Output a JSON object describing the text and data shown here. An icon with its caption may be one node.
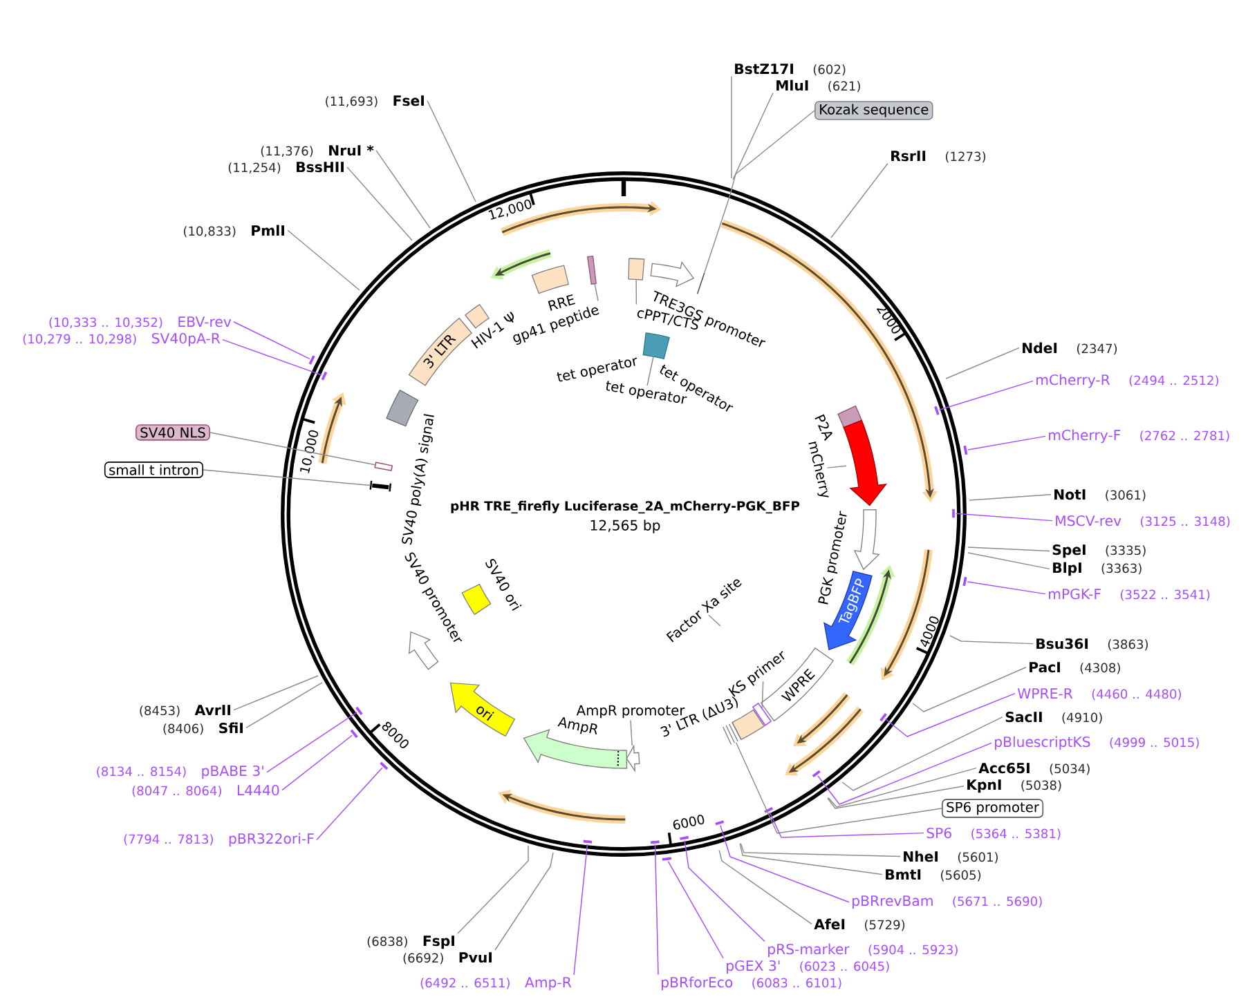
{
  "diagram": {
    "title": "pHR TRE_firefly Luciferase_2A_mCherry-PGK_BFP",
    "nodes": [
      {
        "text": [
          "BstZ17I",
          "(602)"
        ]
      },
      {
        "text": [
          "MluI",
          "(621)"
        ]
      },
      {
        "text": [
          "Kozak sequence"
        ]
      },
      {
        "text": [
          "RsrII",
          "(1273)"
        ]
      },
      {
        "text": [
          "NdeI",
          "(2347)"
        ]
      },
      {
        "text": [
          "mCherry-R",
          "(2494 .. 2512)"
        ]
      },
      {
        "text": [
          "mCherry-F",
          "(2762 .. 2781)"
        ]
      },
      {
        "text": [
          "NotI",
          "(3061)"
        ]
      },
      {
        "text": [
          "MSCV-rev",
          "(3125 .. 3148)"
        ]
      },
      {
        "text": [
          "SpeI",
          "(3335)"
        ]
      },
      {
        "text": [
          "BlpI",
          "(3363)"
        ]
      },
      {
        "text": [
          "mPGK-F",
          "(3522 .. 3541)"
        ]
      },
      {
        "text": [
          "Bsu36I",
          "(3863)"
        ]
      },
      {
        "text": [
          "PacI",
          "(4308)"
        ]
      },
      {
        "text": [
          "WPRE-R",
          "(4460 .. 4480)"
        ]
      },
      {
        "text": [
          "SacII",
          "(4910)"
        ]
      },
      {
        "text": [
          "pBluescriptKS",
          "(4999 .. 5015)"
        ]
      },
      {
        "text": [
          "Acc65I",
          "(5034)"
        ]
      },
      {
        "text": [
          "KpnI",
          "(5038)"
        ]
      },
      {
        "text": [
          "SP6 promoter"
        ]
      },
      {
        "text": [
          "SP6",
          "(5364 .. 5381)"
        ]
      },
      {
        "text": [
          "NheI",
          "(5601)"
        ]
      },
      {
        "text": [
          "BmtI",
          "(5605)"
        ]
      },
      {
        "text": [
          "pBRrevBam",
          "(5671 .. 5690)"
        ]
      },
      {
        "text": [
          "AfeI",
          "(5729)"
        ]
      },
      {
        "text": [
          "pRS-marker",
          "(5904 .. 5923)"
        ]
      },
      {
        "text": [
          "pGEX 3'",
          "(6023 .. 6045)"
        ]
      },
      {
        "text": [
          "pBRforEco",
          "(6083 .. 6101)"
        ]
      },
      {
        "text": [
          "(6492 .. 6511)",
          "Amp-R"
        ]
      },
      {
        "text": [
          "(6692)",
          "PvuI"
        ]
      },
      {
        "text": [
          "(6838)",
          "FspI"
        ]
      },
      {
        "text": [
          "(7794 .. 7813)",
          "pBR322ori-F"
        ]
      },
      {
        "text": [
          "(8047 .. 8064)",
          "L4440"
        ]
      },
      {
        "text": [
          "(8134 .. 8154)",
          "pBABE 3'"
        ]
      },
      {
        "text": [
          "(8406)",
          "SfiI"
        ]
      },
      {
        "text": [
          "(8453)",
          "AvrII"
        ]
      },
      {
        "text": [
          "small t intron"
        ]
      },
      {
        "text": [
          "SV40 NLS"
        ]
      },
      {
        "text": [
          "(10,279 .. 10,298)",
          "SV40pA-R"
        ]
      },
      {
        "text": [
          "(10,333 .. 10,352)",
          "EBV-rev"
        ]
      },
      {
        "text": [
          "(10,833)",
          "PmlI"
        ]
      },
      {
        "text": [
          "(11,254)",
          "BssHII"
        ]
      },
      {
        "text": [
          "(11,376)",
          "NruI *"
        ]
      },
      {
        "text": [
          "(11,693)",
          "FseI"
        ]
      },
      {
        "text": [
          "TRE3GS promoter"
        ]
      },
      {
        "text": [],
        "shape": "bar"
      },
      {
        "text": [
          "cPPT/CTS"
        ]
      },
      {
        "text": [],
        "shape": "box"
      },
      {
        "text": [
          "tet operator"
        ]
      },
      {
        "text": [],
        "shape": "box"
      },
      {
        "text": [
          "P2A"
        ]
      },
      {
        "text": [
          "mCherry"
        ]
      },
      {
        "text": [],
        "shape": "arrow"
      },
      {
        "text": [
          "PGK promoter"
        ]
      },
      {
        "text": [
          "TagBFP"
        ]
      },
      {
        "text": [
          "Factor Xa site"
        ]
      },
      {
        "text": [
          "KS primer"
        ]
      },
      {
        "text": [],
        "shape": "bar"
      },
      {
        "text": [
          "WPRE"
        ]
      },
      {
        "text": [
          "3' LTR (ΔU3)"
        ]
      },
      {
        "text": [],
        "shape": "bar"
      },
      {
        "text": [
          "AmpR promoter"
        ]
      },
      {
        "text": [],
        "shape": "arrow"
      },
      {
        "text": [
          "AmpR"
        ]
      },
      {
        "text": [
          "ori"
        ]
      },
      {
        "text": [
          "SV40 promoter"
        ]
      },
      {
        "text": [
          "SV40 ori"
        ]
      },
      {
        "text": [],
        "shape": "bar"
      },
      {
        "text": [],
        "shape": "bar"
      },
      {
        "text": [
          "SV40 poly(A) signal"
        ]
      },
      {
        "text": [
          "3' LTR"
        ]
      },
      {
        "text": [
          "HIV-1 Ψ"
        ]
      },
      {
        "text": [
          "RRE"
        ]
      },
      {
        "text": [
          "gp41 peptide"
        ]
      },
      {
        "text": [],
        "shape": "bar"
      },
      {
        "text": [],
        "shape": "bar"
      },
      {
        "text": [],
        "shape": "bar"
      },
      {
        "text": [],
        "shape": "bar"
      },
      {
        "text": [],
        "shape": "bar"
      },
      {
        "text": [],
        "shape": "bar"
      },
      {
        "text": [],
        "shape": "bar"
      },
      {
        "text": [],
        "shape": "bar"
      },
      {
        "text": [],
        "shape": "bar"
      },
      {
        "text": [],
        "shape": "bar"
      },
      {
        "text": [],
        "shape": "bar"
      },
      {
        "text": [],
        "shape": "bar"
      },
      {
        "text": [],
        "shape": "bar"
      },
      {
        "text": [],
        "shape": "bar"
      },
      {
        "text": [],
        "shape": "bar"
      },
      {
        "text": [],
        "shape": "bar"
      },
      {
        "text": [],
        "shape": "bar"
      },
      {
        "text": [],
        "shape": "bar"
      }
    ],
    "edges": [
      {
        "from": 0,
        "to": null,
        "arrow": "none"
      },
      {
        "from": 1,
        "to": null,
        "arrow": "none"
      },
      {
        "from": 2,
        "to": 45,
        "arrow": "none"
      },
      {
        "from": 3,
        "to": null,
        "arrow": "none"
      },
      {
        "from": 4,
        "to": null,
        "arrow": "none"
      },
      {
        "from": 5,
        "to": 88,
        "arrow": "none",
        "color": "#a64dff"
      },
      {
        "from": 6,
        "to": 91,
        "arrow": "none",
        "color": "#a64dff"
      },
      {
        "from": 7,
        "to": null,
        "arrow": "none"
      },
      {
        "from": 8,
        "to": 89,
        "arrow": "none",
        "color": "#a64dff"
      },
      {
        "from": 9,
        "to": null,
        "arrow": "none"
      },
      {
        "from": 10,
        "to": null,
        "arrow": "none"
      },
      {
        "from": 11,
        "to": 90,
        "arrow": "none",
        "color": "#a64dff"
      },
      {
        "from": 12,
        "to": null,
        "arrow": "none"
      },
      {
        "from": 13,
        "to": null,
        "arrow": "none"
      },
      {
        "from": 14,
        "to": 87,
        "arrow": "none",
        "color": "#a64dff"
      },
      {
        "from": 15,
        "to": null,
        "arrow": "none"
      },
      {
        "from": 16,
        "to": 86,
        "arrow": "none",
        "color": "#a64dff"
      },
      {
        "from": 17,
        "to": null,
        "arrow": "none"
      },
      {
        "from": 18,
        "to": null,
        "arrow": "none"
      },
      {
        "from": 19,
        "to": 60,
        "arrow": "none"
      },
      {
        "from": 20,
        "to": 85,
        "arrow": "none",
        "color": "#a64dff"
      },
      {
        "from": 21,
        "to": null,
        "arrow": "none"
      },
      {
        "from": 22,
        "to": null,
        "arrow": "none"
      },
      {
        "from": 23,
        "to": 84,
        "arrow": "none",
        "color": "#a64dff"
      },
      {
        "from": 24,
        "to": null,
        "arrow": "none"
      },
      {
        "from": 25,
        "to": 83,
        "arrow": "none",
        "color": "#a64dff"
      },
      {
        "from": 26,
        "to": 82,
        "arrow": "none",
        "color": "#a64dff"
      },
      {
        "from": 27,
        "to": 81,
        "arrow": "none",
        "color": "#a64dff"
      },
      {
        "from": 28,
        "to": 80,
        "arrow": "none",
        "color": "#a64dff"
      },
      {
        "from": 29,
        "to": null,
        "arrow": "none"
      },
      {
        "from": 30,
        "to": null,
        "arrow": "none"
      },
      {
        "from": 31,
        "to": 79,
        "arrow": "none",
        "color": "#a64dff"
      },
      {
        "from": 32,
        "to": 77,
        "arrow": "none",
        "color": "#a64dff"
      },
      {
        "from": 33,
        "to": 78,
        "arrow": "none",
        "color": "#a64dff"
      },
      {
        "from": 34,
        "to": null,
        "arrow": "none"
      },
      {
        "from": 35,
        "to": null,
        "arrow": "none"
      },
      {
        "from": 36,
        "to": 67,
        "arrow": "none"
      },
      {
        "from": 37,
        "to": 68,
        "arrow": "none"
      },
      {
        "from": 38,
        "to": 76,
        "arrow": "none",
        "color": "#a64dff"
      },
      {
        "from": 39,
        "to": 75,
        "arrow": "none",
        "color": "#a64dff"
      },
      {
        "from": 40,
        "to": null,
        "arrow": "none"
      },
      {
        "from": 41,
        "to": null,
        "arrow": "none"
      },
      {
        "from": 42,
        "to": null,
        "arrow": "none"
      },
      {
        "from": 43,
        "to": null,
        "arrow": "none"
      },
      {
        "from": 46,
        "to": 47,
        "arrow": "none"
      },
      {
        "from": 48,
        "to": 49,
        "arrow": "none"
      },
      {
        "from": 51,
        "to": 52,
        "arrow": "none"
      },
      {
        "from": 55,
        "to": null,
        "arrow": "none"
      },
      {
        "from": 56,
        "to": 57,
        "arrow": "none"
      },
      {
        "from": 61,
        "to": 62,
        "arrow": "none"
      },
      {
        "from": 73,
        "to": 74,
        "arrow": "none"
      }
    ],
    "labels": [
      "12,000",
      "2000",
      "10,000",
      "tet operator",
      "tet operator",
      "12,565 bp",
      "4000",
      "8000",
      "6000"
    ]
  }
}
